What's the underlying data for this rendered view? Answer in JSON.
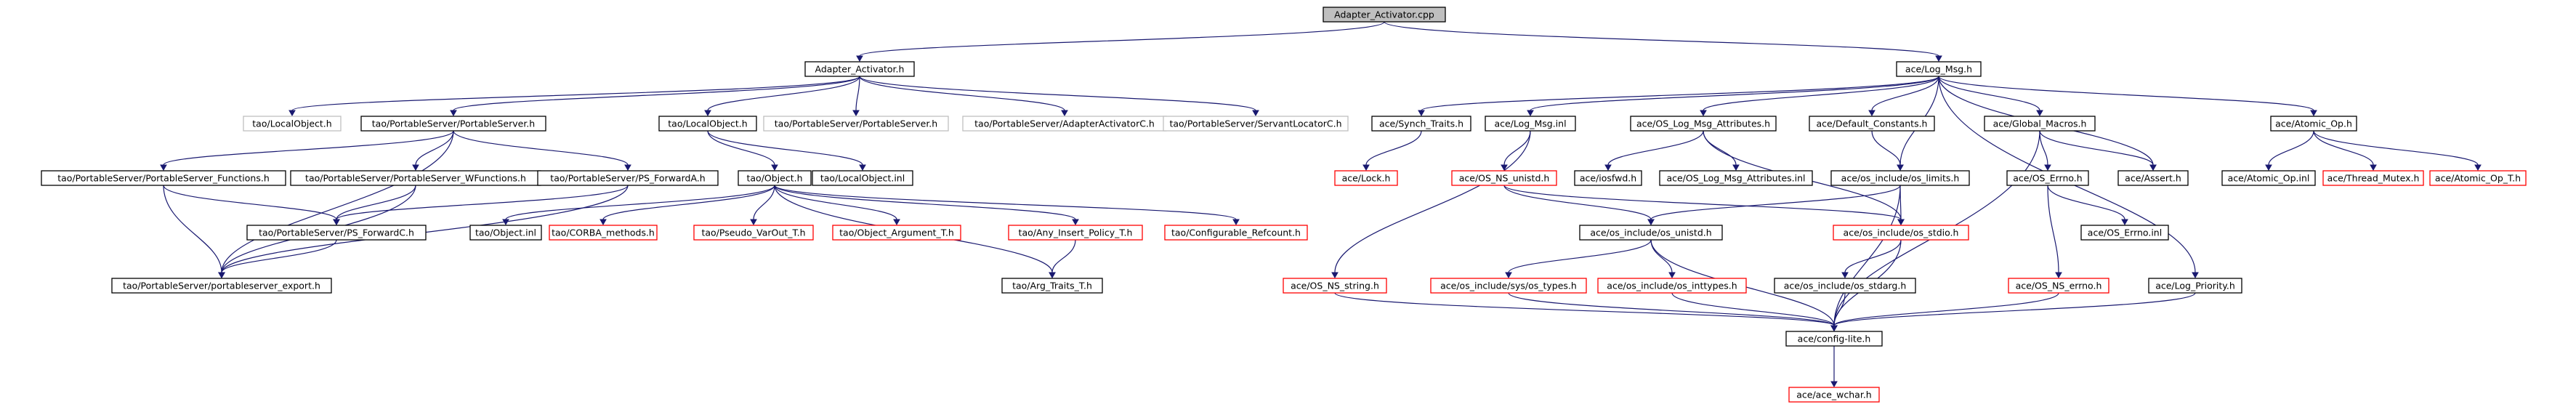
{
  "colors": {
    "edge": "#191970",
    "normal_border": "#000000",
    "missing_border": "#bfbfbf",
    "truncated_border": "#ff0000",
    "root_fill": "#bfbfbf",
    "text": "#000000"
  },
  "nodes": [
    {
      "id": "adapter_activator_cpp",
      "label": "Adapter_Activator.cpp",
      "kind": "root"
    },
    {
      "id": "adapter_activator_h",
      "label": "Adapter_Activator.h",
      "kind": "normal"
    },
    {
      "id": "ace_log_msg_h",
      "label": "ace/Log_Msg.h",
      "kind": "normal"
    },
    {
      "id": "tao_localobject_h_gray",
      "label": "tao/LocalObject.h",
      "kind": "missing"
    },
    {
      "id": "tao_portableserver_h",
      "label": "tao/PortableServer/PortableServer.h",
      "kind": "normal"
    },
    {
      "id": "tao_localobject_h",
      "label": "tao/LocalObject.h",
      "kind": "normal"
    },
    {
      "id": "tao_portableserver_h_gray",
      "label": "tao/PortableServer/PortableServer.h",
      "kind": "missing"
    },
    {
      "id": "tao_adapteractivatorc_h",
      "label": "tao/PortableServer/AdapterActivatorC.h",
      "kind": "missing"
    },
    {
      "id": "tao_servantlocatorc_h",
      "label": "tao/PortableServer/ServantLocatorC.h",
      "kind": "missing"
    },
    {
      "id": "tao_ps_functions_h",
      "label": "tao/PortableServer/PortableServer_Functions.h",
      "kind": "normal"
    },
    {
      "id": "tao_ps_wfunctions_h",
      "label": "tao/PortableServer/PortableServer_WFunctions.h",
      "kind": "normal"
    },
    {
      "id": "tao_ps_forwarda_h",
      "label": "tao/PortableServer/PS_ForwardA.h",
      "kind": "normal"
    },
    {
      "id": "tao_object_h",
      "label": "tao/Object.h",
      "kind": "normal"
    },
    {
      "id": "tao_localobject_inl",
      "label": "tao/LocalObject.inl",
      "kind": "normal"
    },
    {
      "id": "tao_ps_forwardc_h",
      "label": "tao/PortableServer/PS_ForwardC.h",
      "kind": "normal"
    },
    {
      "id": "tao_object_inl",
      "label": "tao/Object.inl",
      "kind": "normal"
    },
    {
      "id": "tao_corba_methods_h",
      "label": "tao/CORBA_methods.h",
      "kind": "truncated"
    },
    {
      "id": "tao_pseudo_varout_t_h",
      "label": "tao/Pseudo_VarOut_T.h",
      "kind": "truncated"
    },
    {
      "id": "tao_object_argument_t_h",
      "label": "tao/Object_Argument_T.h",
      "kind": "truncated"
    },
    {
      "id": "tao_any_insert_policy_t_h",
      "label": "tao/Any_Insert_Policy_T.h",
      "kind": "truncated"
    },
    {
      "id": "tao_configurable_refcount_h",
      "label": "tao/Configurable_Refcount.h",
      "kind": "truncated"
    },
    {
      "id": "tao_ps_export_h",
      "label": "tao/PortableServer/portableserver_export.h",
      "kind": "normal"
    },
    {
      "id": "tao_arg_traits_t_h",
      "label": "tao/Arg_Traits_T.h",
      "kind": "normal"
    },
    {
      "id": "ace_synch_traits_h",
      "label": "ace/Synch_Traits.h",
      "kind": "normal"
    },
    {
      "id": "ace_log_msg_inl",
      "label": "ace/Log_Msg.inl",
      "kind": "normal"
    },
    {
      "id": "ace_os_log_msg_attributes_h",
      "label": "ace/OS_Log_Msg_Attributes.h",
      "kind": "normal"
    },
    {
      "id": "ace_default_constants_h",
      "label": "ace/Default_Constants.h",
      "kind": "normal"
    },
    {
      "id": "ace_global_macros_h",
      "label": "ace/Global_Macros.h",
      "kind": "normal"
    },
    {
      "id": "ace_atomic_op_h",
      "label": "ace/Atomic_Op.h",
      "kind": "normal"
    },
    {
      "id": "ace_lock_h",
      "label": "ace/Lock.h",
      "kind": "truncated"
    },
    {
      "id": "ace_os_ns_unistd_h",
      "label": "ace/OS_NS_unistd.h",
      "kind": "truncated"
    },
    {
      "id": "ace_iosfwd_h",
      "label": "ace/iosfwd.h",
      "kind": "normal"
    },
    {
      "id": "ace_os_log_msg_attributes_inl",
      "label": "ace/OS_Log_Msg_Attributes.inl",
      "kind": "normal"
    },
    {
      "id": "ace_os_include_os_limits_h",
      "label": "ace/os_include/os_limits.h",
      "kind": "normal"
    },
    {
      "id": "ace_os_errno_h",
      "label": "ace/OS_Errno.h",
      "kind": "normal"
    },
    {
      "id": "ace_assert_h",
      "label": "ace/Assert.h",
      "kind": "normal"
    },
    {
      "id": "ace_atomic_op_inl",
      "label": "ace/Atomic_Op.inl",
      "kind": "normal"
    },
    {
      "id": "ace_thread_mutex_h",
      "label": "ace/Thread_Mutex.h",
      "kind": "truncated"
    },
    {
      "id": "ace_atomic_op_t_h",
      "label": "ace/Atomic_Op_T.h",
      "kind": "truncated"
    },
    {
      "id": "ace_os_include_os_unistd_h",
      "label": "ace/os_include/os_unistd.h",
      "kind": "normal"
    },
    {
      "id": "ace_os_include_os_stdio_h",
      "label": "ace/os_include/os_stdio.h",
      "kind": "truncated"
    },
    {
      "id": "ace_os_errno_inl",
      "label": "ace/OS_Errno.inl",
      "kind": "normal"
    },
    {
      "id": "ace_os_ns_string_h",
      "label": "ace/OS_NS_string.h",
      "kind": "truncated"
    },
    {
      "id": "ace_os_include_sys_os_types_h",
      "label": "ace/os_include/sys/os_types.h",
      "kind": "truncated"
    },
    {
      "id": "ace_os_include_os_inttypes_h",
      "label": "ace/os_include/os_inttypes.h",
      "kind": "truncated"
    },
    {
      "id": "ace_os_include_os_stdarg_h",
      "label": "ace/os_include/os_stdarg.h",
      "kind": "normal"
    },
    {
      "id": "ace_os_ns_errno_h",
      "label": "ace/OS_NS_errno.h",
      "kind": "truncated"
    },
    {
      "id": "ace_log_priority_h",
      "label": "ace/Log_Priority.h",
      "kind": "normal"
    },
    {
      "id": "ace_config_lite_h",
      "label": "ace/config-lite.h",
      "kind": "normal"
    },
    {
      "id": "ace_ace_wchar_h",
      "label": "ace/ace_wchar.h",
      "kind": "truncated"
    }
  ],
  "edges": [
    [
      "adapter_activator_cpp",
      "adapter_activator_h"
    ],
    [
      "adapter_activator_cpp",
      "ace_log_msg_h"
    ],
    [
      "adapter_activator_h",
      "tao_localobject_h_gray"
    ],
    [
      "adapter_activator_h",
      "tao_portableserver_h"
    ],
    [
      "adapter_activator_h",
      "tao_localobject_h"
    ],
    [
      "adapter_activator_h",
      "tao_portableserver_h_gray"
    ],
    [
      "adapter_activator_h",
      "tao_adapteractivatorc_h"
    ],
    [
      "adapter_activator_h",
      "tao_servantlocatorc_h"
    ],
    [
      "tao_portableserver_h",
      "tao_ps_functions_h"
    ],
    [
      "tao_portableserver_h",
      "tao_ps_wfunctions_h"
    ],
    [
      "tao_portableserver_h",
      "tao_ps_forwarda_h"
    ],
    [
      "tao_portableserver_h",
      "tao_ps_export_h"
    ],
    [
      "tao_ps_functions_h",
      "tao_ps_forwardc_h"
    ],
    [
      "tao_ps_functions_h",
      "tao_ps_export_h"
    ],
    [
      "tao_ps_wfunctions_h",
      "tao_ps_forwardc_h"
    ],
    [
      "tao_ps_wfunctions_h",
      "tao_ps_export_h"
    ],
    [
      "tao_ps_forwarda_h",
      "tao_ps_forwardc_h"
    ],
    [
      "tao_ps_forwarda_h",
      "tao_ps_export_h"
    ],
    [
      "tao_ps_forwardc_h",
      "tao_ps_export_h"
    ],
    [
      "tao_localobject_h",
      "tao_object_h"
    ],
    [
      "tao_localobject_h",
      "tao_localobject_inl"
    ],
    [
      "tao_object_h",
      "tao_object_inl"
    ],
    [
      "tao_object_h",
      "tao_corba_methods_h"
    ],
    [
      "tao_object_h",
      "tao_pseudo_varout_t_h"
    ],
    [
      "tao_object_h",
      "tao_object_argument_t_h"
    ],
    [
      "tao_object_h",
      "tao_any_insert_policy_t_h"
    ],
    [
      "tao_object_h",
      "tao_configurable_refcount_h"
    ],
    [
      "tao_object_h",
      "tao_arg_traits_t_h"
    ],
    [
      "tao_any_insert_policy_t_h",
      "tao_arg_traits_t_h"
    ],
    [
      "ace_log_msg_h",
      "ace_synch_traits_h"
    ],
    [
      "ace_log_msg_h",
      "ace_log_msg_inl"
    ],
    [
      "ace_log_msg_h",
      "ace_os_log_msg_attributes_h"
    ],
    [
      "ace_log_msg_h",
      "ace_default_constants_h"
    ],
    [
      "ace_log_msg_h",
      "ace_global_macros_h"
    ],
    [
      "ace_log_msg_h",
      "ace_atomic_op_h"
    ],
    [
      "ace_log_msg_h",
      "ace_assert_h"
    ],
    [
      "ace_log_msg_h",
      "ace_os_include_os_limits_h"
    ],
    [
      "ace_log_msg_h",
      "ace_log_priority_h"
    ],
    [
      "ace_synch_traits_h",
      "ace_lock_h"
    ],
    [
      "ace_log_msg_inl",
      "ace_os_ns_unistd_h"
    ],
    [
      "ace_log_msg_inl",
      "ace_os_ns_string_h"
    ],
    [
      "ace_os_log_msg_attributes_h",
      "ace_iosfwd_h"
    ],
    [
      "ace_os_log_msg_attributes_h",
      "ace_os_log_msg_attributes_inl"
    ],
    [
      "ace_os_log_msg_attributes_h",
      "ace_os_include_os_stdio_h"
    ],
    [
      "ace_default_constants_h",
      "ace_os_include_os_limits_h"
    ],
    [
      "ace_global_macros_h",
      "ace_os_errno_h"
    ],
    [
      "ace_global_macros_h",
      "ace_assert_h"
    ],
    [
      "ace_global_macros_h",
      "ace_config_lite_h"
    ],
    [
      "ace_atomic_op_h",
      "ace_atomic_op_inl"
    ],
    [
      "ace_atomic_op_h",
      "ace_thread_mutex_h"
    ],
    [
      "ace_atomic_op_h",
      "ace_atomic_op_t_h"
    ],
    [
      "ace_os_ns_unistd_h",
      "ace_os_include_os_stdio_h"
    ],
    [
      "ace_os_ns_unistd_h",
      "ace_os_include_os_unistd_h"
    ],
    [
      "ace_os_include_os_limits_h",
      "ace_os_include_os_unistd_h"
    ],
    [
      "ace_os_include_os_limits_h",
      "ace_os_include_os_stdio_h"
    ],
    [
      "ace_os_include_os_limits_h",
      "ace_config_lite_h"
    ],
    [
      "ace_os_errno_h",
      "ace_os_errno_inl"
    ],
    [
      "ace_os_errno_h",
      "ace_os_ns_errno_h"
    ],
    [
      "ace_os_include_os_unistd_h",
      "ace_os_include_sys_os_types_h"
    ],
    [
      "ace_os_include_os_unistd_h",
      "ace_os_include_os_inttypes_h"
    ],
    [
      "ace_os_include_os_unistd_h",
      "ace_config_lite_h"
    ],
    [
      "ace_os_include_os_stdio_h",
      "ace_os_include_os_stdarg_h"
    ],
    [
      "ace_os_include_os_stdio_h",
      "ace_config_lite_h"
    ],
    [
      "ace_os_include_os_stdarg_h",
      "ace_config_lite_h"
    ],
    [
      "ace_os_ns_string_h",
      "ace_config_lite_h"
    ],
    [
      "ace_os_include_sys_os_types_h",
      "ace_config_lite_h"
    ],
    [
      "ace_os_include_os_inttypes_h",
      "ace_config_lite_h"
    ],
    [
      "ace_os_ns_errno_h",
      "ace_config_lite_h"
    ],
    [
      "ace_log_priority_h",
      "ace_config_lite_h"
    ],
    [
      "ace_config_lite_h",
      "ace_ace_wchar_h"
    ]
  ]
}
